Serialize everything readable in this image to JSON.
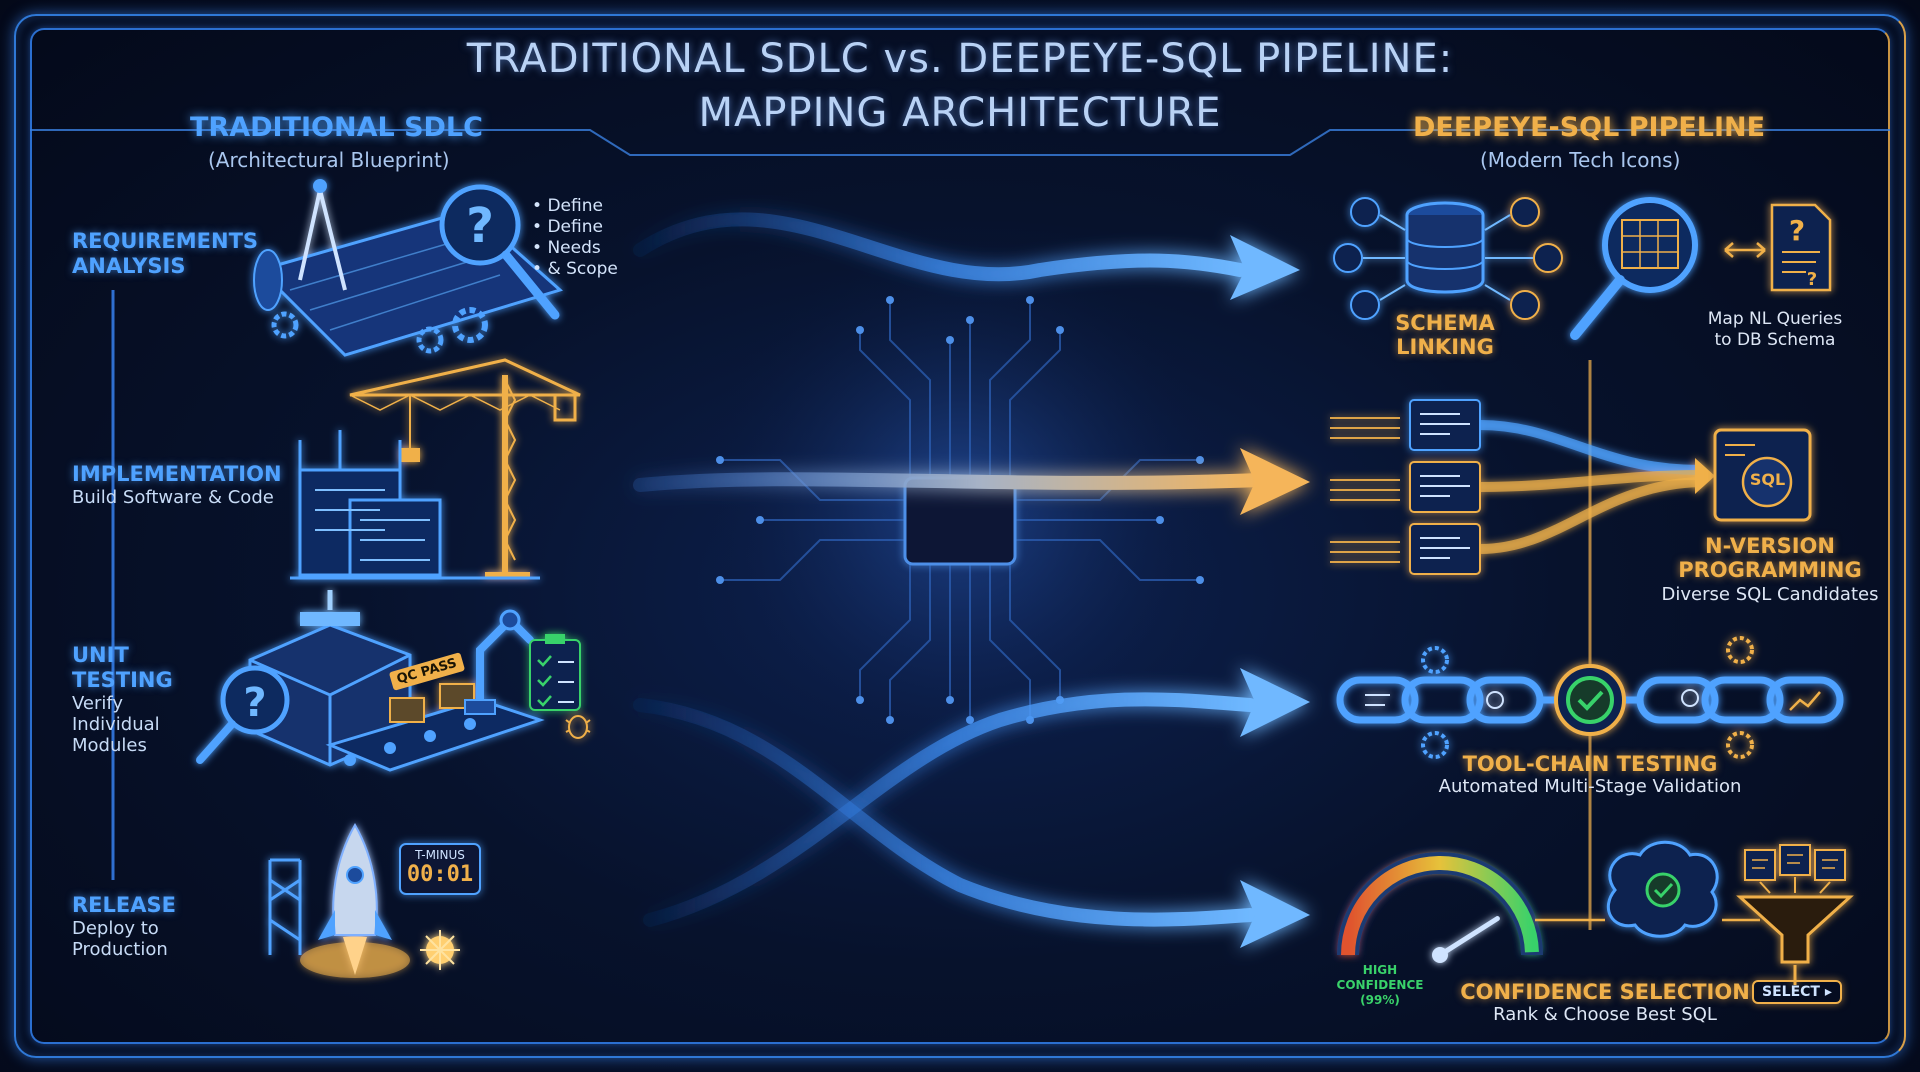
{
  "title": {
    "line1": "TRADITIONAL SDLC vs. DEEPEYE-SQL PIPELINE:",
    "line2": "MAPPING ARCHITECTURE"
  },
  "left": {
    "heading": "TRADITIONAL SDLC",
    "subheading": "(Architectural Blueprint)",
    "stages": [
      {
        "label_lines": [
          "REQUIREMENTS",
          "ANALYSIS"
        ],
        "desc_lines": [],
        "bullets": [
          "Define",
          "Define",
          "Needs",
          "& Scope"
        ],
        "icon": "blueprint-magnifier-icon"
      },
      {
        "label_lines": [
          "IMPLEMENTATION"
        ],
        "desc_lines": [
          "Build Software & Code"
        ],
        "icon": "construction-crane-icon"
      },
      {
        "label_lines": [
          "UNIT",
          "TESTING"
        ],
        "desc_lines": [
          "Verify",
          "Individual",
          "Modules"
        ],
        "icon": "factory-conveyor-icon",
        "badge": "QC PASS"
      },
      {
        "label_lines": [
          "RELEASE"
        ],
        "desc_lines": [
          "Deploy to",
          "Production"
        ],
        "icon": "rocket-launch-icon",
        "timer_label": "T-MINUS",
        "timer_value": "00:01"
      }
    ]
  },
  "right": {
    "heading": "DEEPEYE-SQL PIPELINE",
    "subheading": "(Modern Tech Icons)",
    "stages": [
      {
        "label_lines": [
          "SCHEMA",
          "LINKING"
        ],
        "desc_lines": [
          "Map NL Queries",
          "to DB Schema"
        ],
        "icon": "database-schema-icon"
      },
      {
        "label_lines": [
          "N-VERSION",
          "PROGRAMMING"
        ],
        "desc_lines": [
          "Diverse SQL Candidates"
        ],
        "icon": "sql-document-icon",
        "badge": "SQL"
      },
      {
        "label_lines": [
          "TOOL-CHAIN TESTING"
        ],
        "desc_lines": [
          "Automated Multi-Stage Validation"
        ],
        "icon": "chain-links-icon"
      },
      {
        "label_lines": [
          "CONFIDENCE SELECTION"
        ],
        "desc_lines": [
          "Rank & Choose Best SQL"
        ],
        "icon": "funnel-icon",
        "gauge_lines": [
          "HIGH",
          "CONFIDENCE",
          "(99%)"
        ],
        "gauge_value": 0.99,
        "button": "SELECT"
      }
    ]
  },
  "colors": {
    "blue_accent": "#4fa2ff",
    "gold_accent": "#f0b04a",
    "green_ok": "#39d26a",
    "background": "#050b1d"
  }
}
